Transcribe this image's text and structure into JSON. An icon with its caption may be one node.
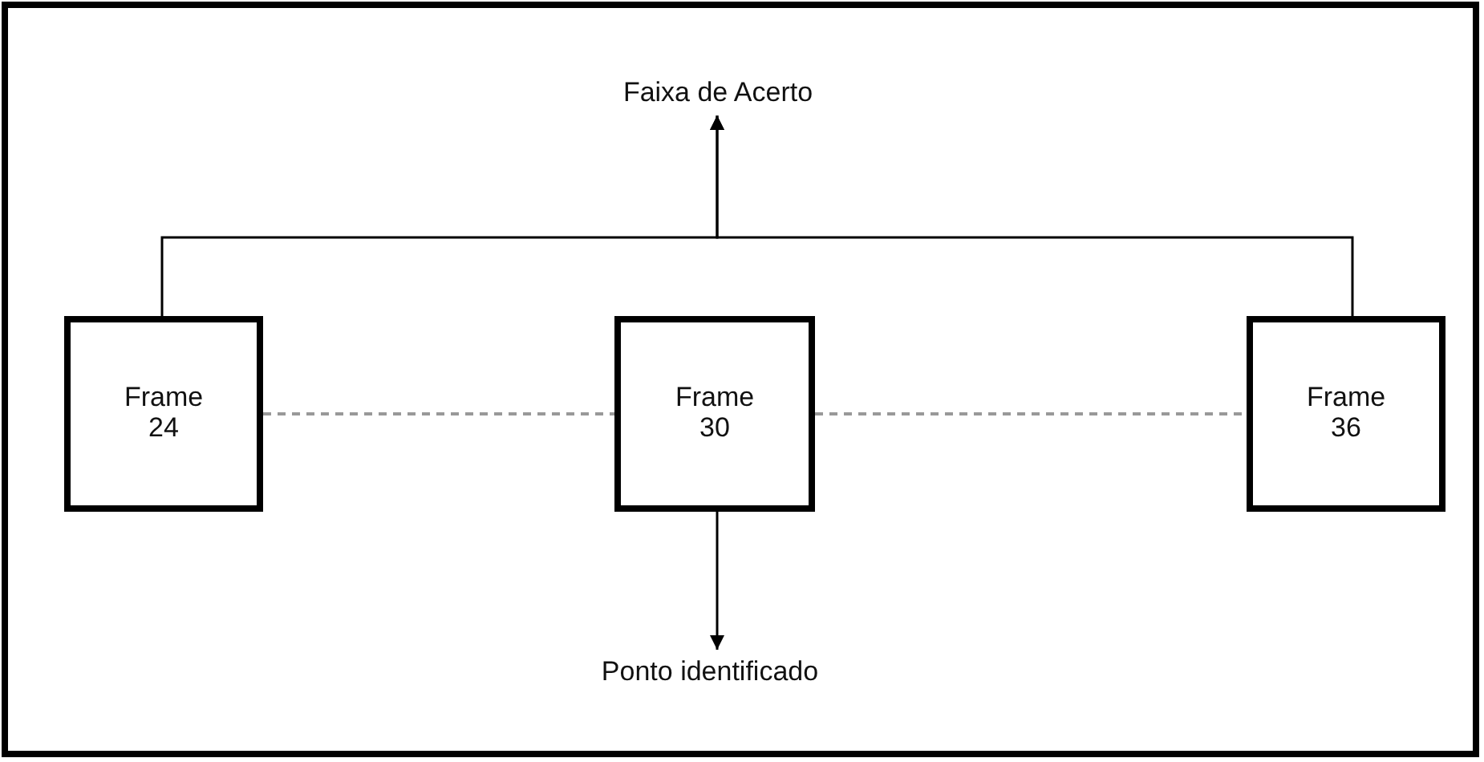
{
  "diagram": {
    "nodes": [
      {
        "text": [
          "Faixa de Acerto"
        ]
      },
      {
        "text": [
          "Frame 24"
        ]
      },
      {
        "text": [
          "Frame 30"
        ]
      },
      {
        "text": [
          "Frame 36"
        ]
      },
      {
        "text": [
          "Ponto identificado"
        ]
      }
    ],
    "edges": [
      {
        "from": 1,
        "to": 0,
        "arrow": "to"
      },
      {
        "from": 3,
        "to": 0,
        "arrow": "to"
      },
      {
        "from": 1,
        "to": 2,
        "arrow": "none",
        "style": "dashed",
        "color": "#999999"
      },
      {
        "from": 2,
        "to": 3,
        "arrow": "none",
        "style": "dashed",
        "color": "#999999"
      },
      {
        "from": 2,
        "to": 4,
        "arrow": "to"
      }
    ]
  }
}
